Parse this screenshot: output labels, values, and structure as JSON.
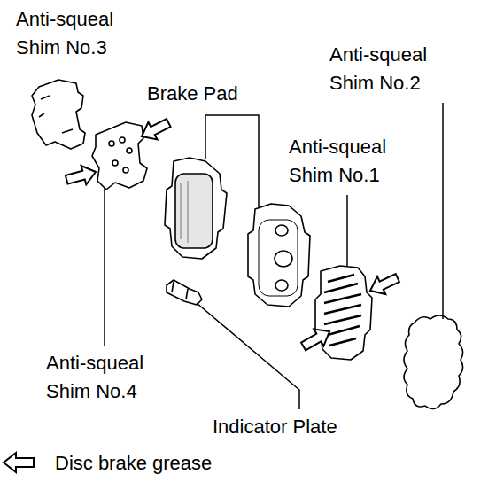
{
  "diagram": {
    "labels": [
      "Anti-squeal Shim No.3",
      "Anti-squeal Shim No.2",
      "Brake Pad",
      "Anti-squeal Shim No.1",
      "Anti-squeal Shim No.4",
      "Indicator Plate"
    ],
    "legend": [
      {
        "text": "Disc brake grease"
      }
    ]
  }
}
